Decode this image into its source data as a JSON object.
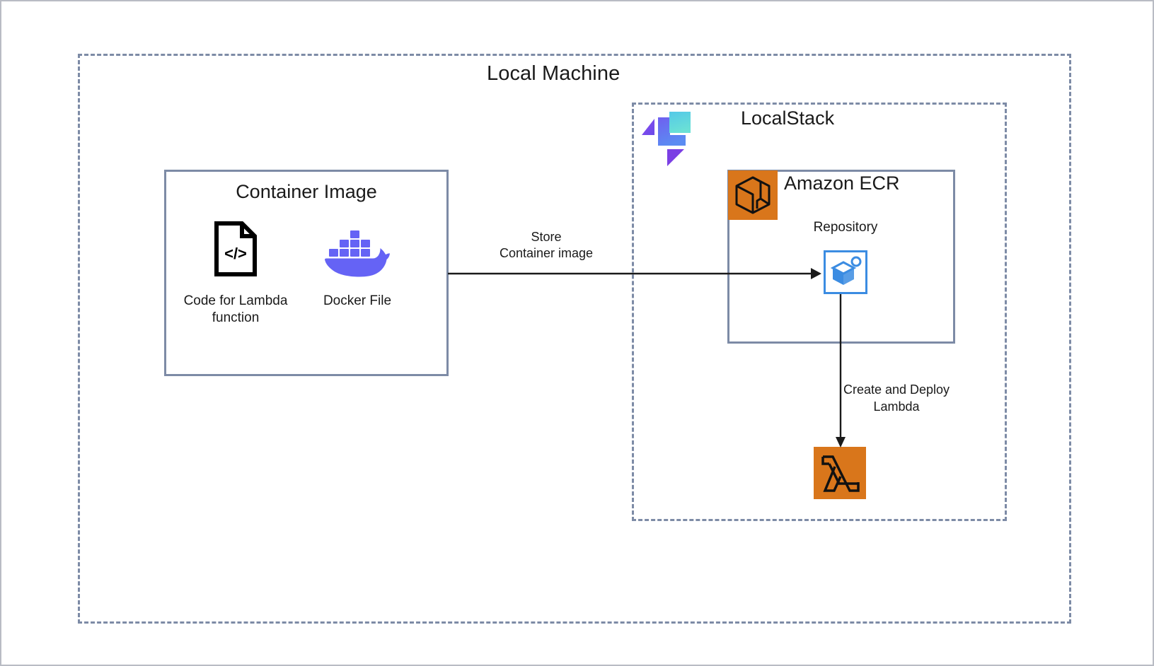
{
  "diagram": {
    "title": "Local Machine",
    "groups": {
      "local_machine": {
        "label": "Local Machine",
        "border_color": "#7d8ba6",
        "style": "dashed"
      },
      "localstack": {
        "label": "LocalStack",
        "border_color": "#7d8ba6",
        "style": "dashed",
        "logo_name": "localstack-logo",
        "logo_colors": {
          "triangle_left": "#7b4fe0",
          "l_shape_top": "#6f5ff0",
          "l_shape_bottom": "#5b8cf2",
          "square": "#5fd8e0",
          "triangle_bottom": "#7b3fe4"
        }
      }
    },
    "nodes": {
      "container_image": {
        "label": "Container Image",
        "border_color": "#7d8ba6",
        "items": [
          {
            "icon": "code-file-icon",
            "label": "Code for Lambda\nfunction",
            "label_line1": "Code for Lambda",
            "label_line2": "function",
            "color": "#000000"
          },
          {
            "icon": "docker-whale-icon",
            "label": "Docker File",
            "color": "#6563f5"
          }
        ]
      },
      "amazon_ecr": {
        "label": "Amazon ECR",
        "icon": "ecr-container-icon",
        "icon_bg": "#d9761b",
        "border_color": "#7d8ba6",
        "child": {
          "label": "Repository",
          "icon": "ecr-repository-icon",
          "color": "#3b8ce2"
        }
      },
      "lambda": {
        "label": "",
        "icon": "aws-lambda-icon",
        "icon_bg": "#d9761b",
        "glyph_color": "#000000"
      }
    },
    "connectors": [
      {
        "name": "store-container-image-arrow",
        "label_line1": "Store",
        "label_line2": "Container image",
        "from": "container_image",
        "to": "repository",
        "direction": "right",
        "color": "#1a1a1a"
      },
      {
        "name": "create-deploy-lambda-arrow",
        "label_line1": "Create and Deploy",
        "label_line2": "Lambda",
        "from": "repository",
        "to": "lambda",
        "direction": "down",
        "color": "#1a1a1a"
      }
    ]
  }
}
